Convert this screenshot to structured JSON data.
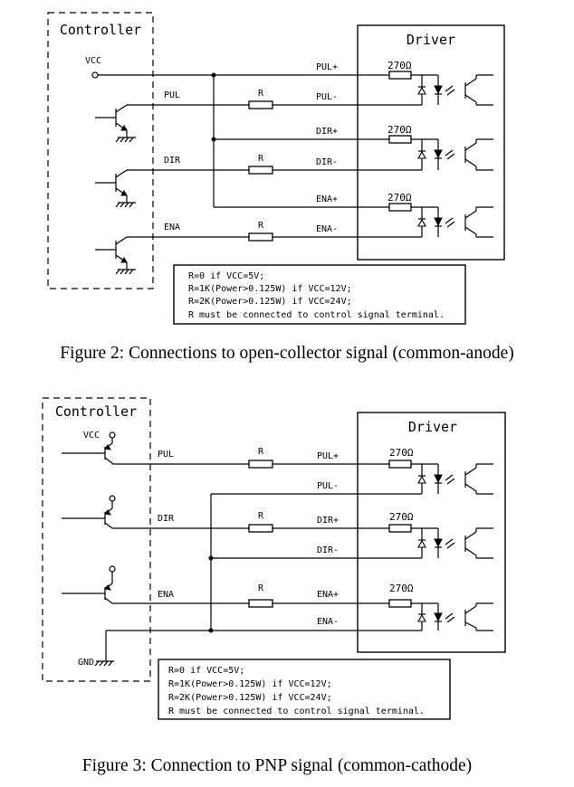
{
  "figure2": {
    "controller_label": "Controller",
    "driver_label": "Driver",
    "vcc_label": "VCC",
    "ctrl_signals": [
      "PUL",
      "DIR",
      "ENA"
    ],
    "drv_terminals": [
      "PUL+",
      "PUL-",
      "DIR+",
      "DIR-",
      "ENA+",
      "ENA-"
    ],
    "resistor_label": "R",
    "ohm_label": "270Ω",
    "notes": [
      "R=0 if VCC=5V;",
      "R=1K(Power>0.125W) if VCC=12V;",
      "R=2K(Power>0.125W) if VCC=24V;",
      "R must be connected to control signal terminal."
    ],
    "caption": "Figure 2: Connections to open-collector signal (common-anode)"
  },
  "figure3": {
    "controller_label": "Controller",
    "driver_label": "Driver",
    "vcc_label": "VCC",
    "gnd_label": "GND",
    "ctrl_signals": [
      "PUL",
      "DIR",
      "ENA"
    ],
    "drv_terminals": [
      "PUL+",
      "PUL-",
      "DIR+",
      "DIR-",
      "ENA+",
      "ENA-"
    ],
    "resistor_label": "R",
    "ohm_label": "270Ω",
    "notes": [
      "R=0 if VCC=5V;",
      "R=1K(Power>0.125W) if VCC=12V;",
      "R=2K(Power>0.125W) if VCC=24V;",
      "R must be connected to control signal terminal."
    ],
    "caption": "Figure 3: Connection to PNP signal (common-cathode)"
  }
}
